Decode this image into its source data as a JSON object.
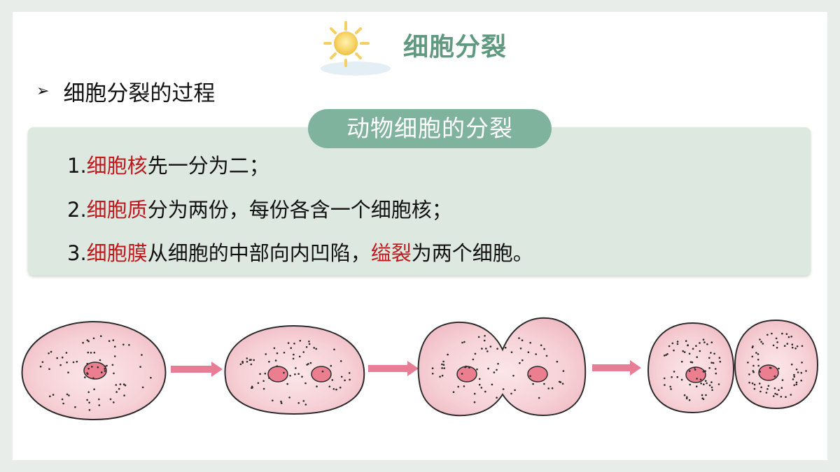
{
  "header": {
    "title": "细胞分裂"
  },
  "section": {
    "heading": "细胞分裂的过程"
  },
  "panel": {
    "pill_label": "动物细胞的分裂",
    "steps": [
      {
        "num": "1.",
        "red": "细胞核",
        "rest": "先一分为二；"
      },
      {
        "num": "2.",
        "red": "细胞质",
        "rest": "分为两份，每份各含一个细胞核；"
      },
      {
        "num": "3.",
        "red": "细胞膜",
        "mid": "从细胞的中部向内凹陷，",
        "red2": "缢裂",
        "rest": "为两个细胞。"
      }
    ]
  },
  "colors": {
    "title_green": "#5f9a80",
    "pill_green": "#7fb39d",
    "panel_bg": "#dde8e1",
    "highlight_red": "#c0171c",
    "cell_pink": "#f4c9cf",
    "nucleus_pink": "#ec7f8f",
    "arrow_pink": "#e87e96"
  },
  "icons": [
    "sun-icon",
    "bullet-arrow-icon"
  ]
}
